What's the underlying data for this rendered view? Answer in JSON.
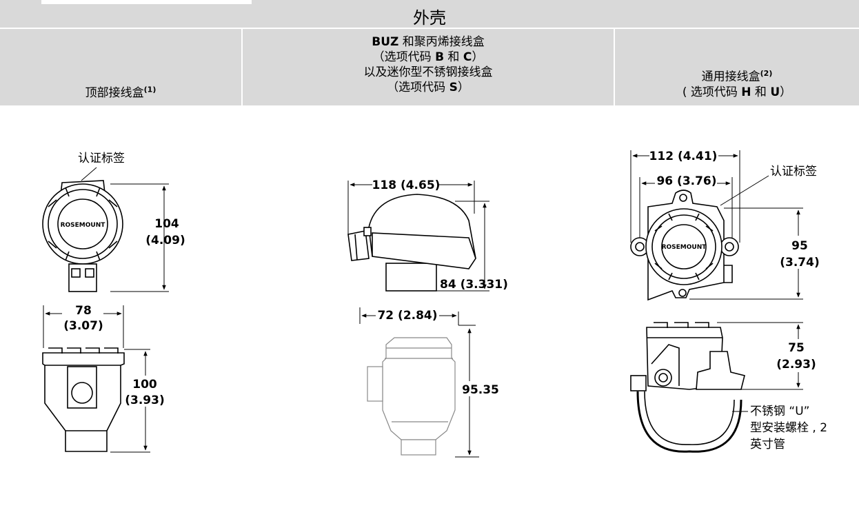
{
  "title": "外壳",
  "columns": {
    "top": {
      "label": "顶部接线盒",
      "note": "(1)"
    },
    "buz": {
      "line1_a": "BUZ",
      "line1_b": " 和聚丙烯接线盒",
      "line2_a": "（选项代码 ",
      "line2_b": "B",
      "line2_c": " 和 ",
      "line2_d": "C",
      "line2_e": "）",
      "line3": "以及迷你型不锈钢接线盒",
      "line4_a": "（选项代码 ",
      "line4_b": "S",
      "line4_c": "）"
    },
    "universal": {
      "label": "通用接线盒",
      "note": "(2)",
      "line2_a": "( 选项代码 ",
      "line2_b": "H",
      "line2_c": " 和 ",
      "line2_d": "U",
      "line2_e": "）"
    }
  },
  "labels": {
    "cert_label_left": "认证标签",
    "cert_label_right": "认证标签",
    "brand": "ROSEMOUNT",
    "ubolt_1": "不锈钢 “U”",
    "ubolt_2": "型安装螺栓 , 2",
    "ubolt_3": "英寸管"
  },
  "dims": {
    "top_h1": "104",
    "top_h2": "(4.09)",
    "top_w1": "78",
    "top_w2": "(3.07)",
    "top_b1": "100",
    "top_b2": "(3.93)",
    "buz_w": "118 (4.65)",
    "buz_h": "84 (3.331)",
    "mini_w": "72 (2.84)",
    "mini_h": "95.35",
    "uni_w1": "112 (4.41)",
    "uni_w2": "96 (3.76)",
    "uni_h1": "95",
    "uni_h2": "(3.74)",
    "uni_b1": "75",
    "uni_b2": "(2.93)"
  }
}
